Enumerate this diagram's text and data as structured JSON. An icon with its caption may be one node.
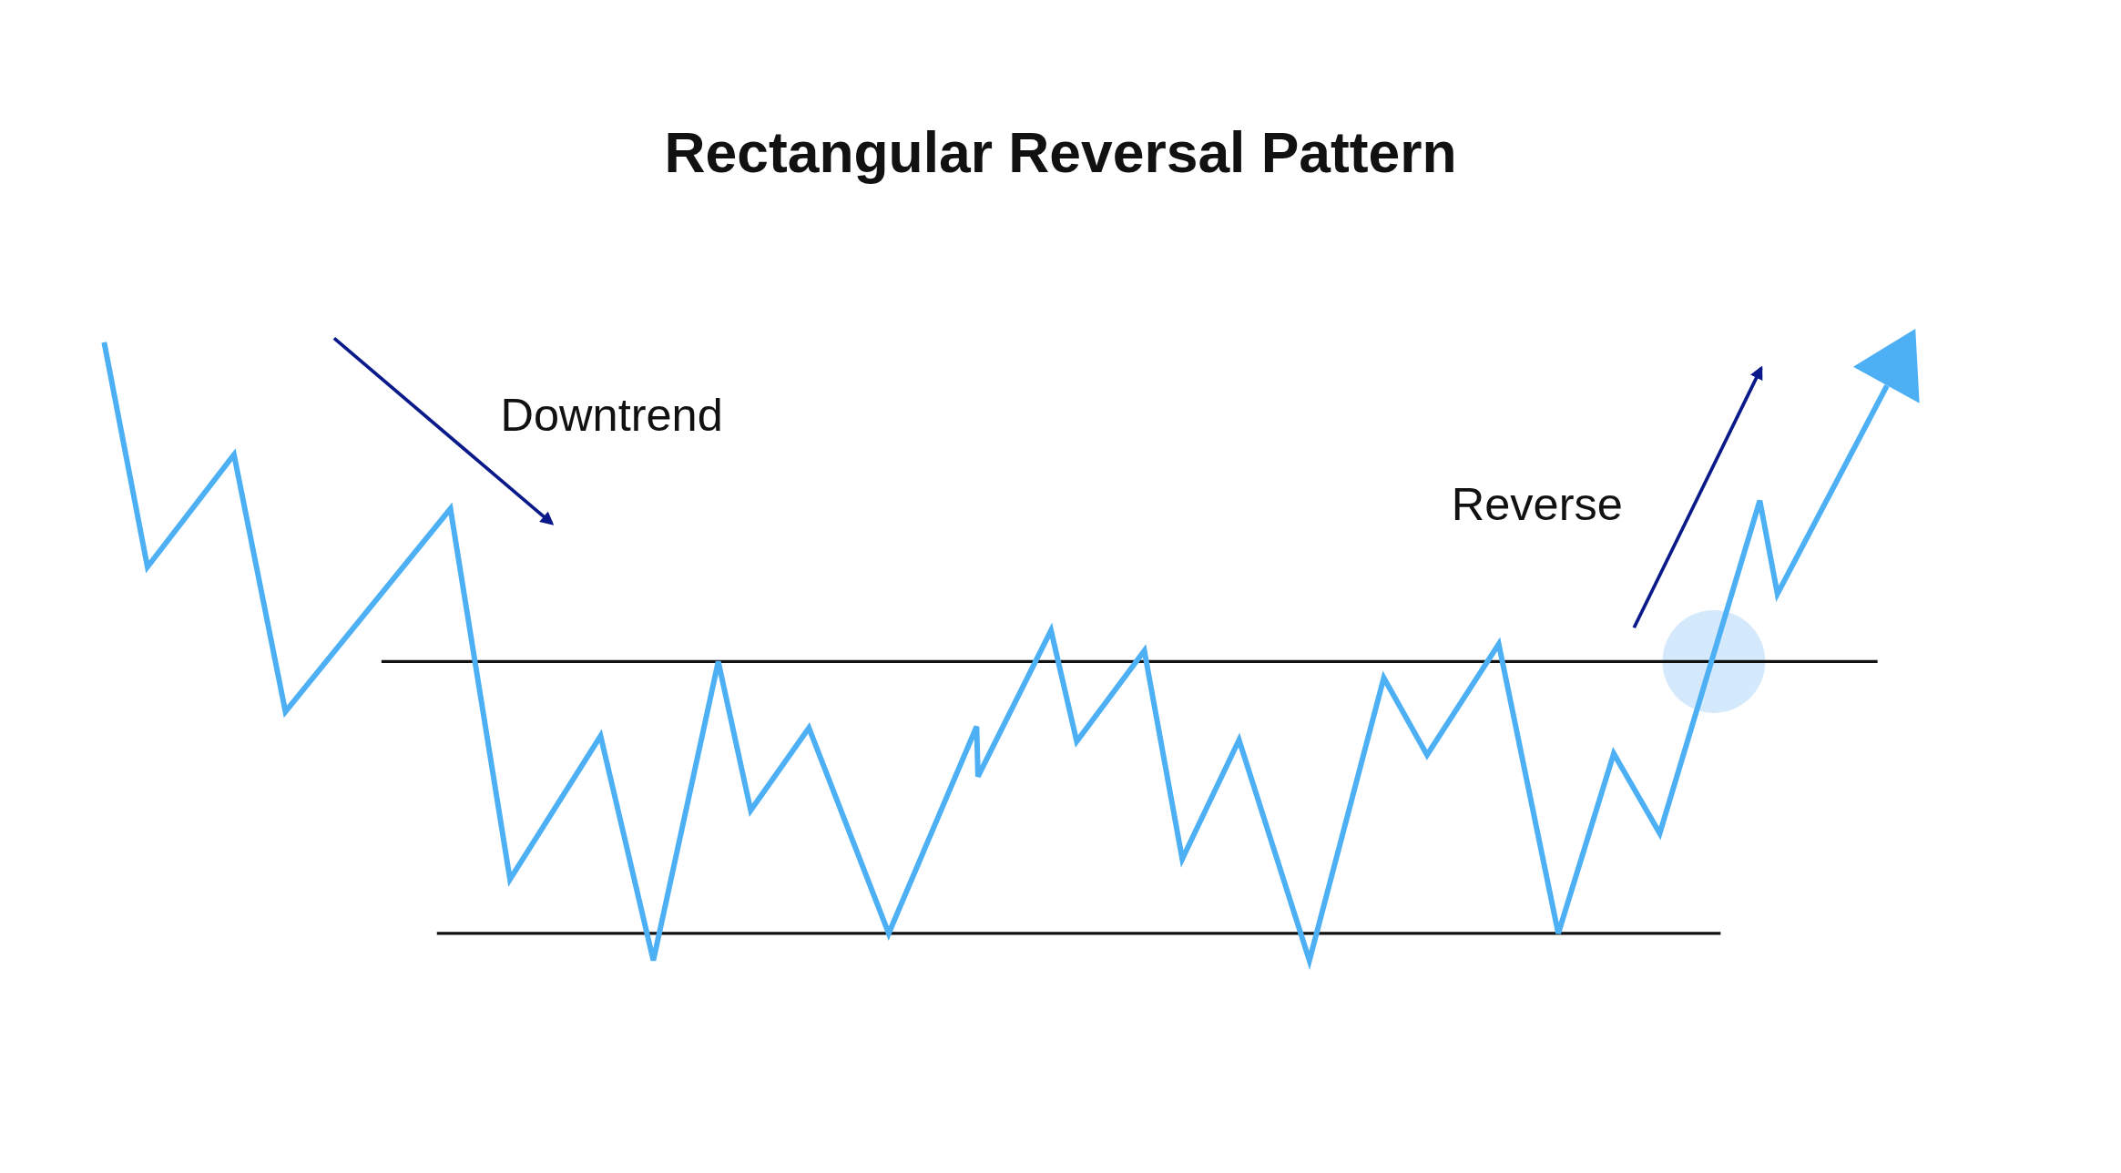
{
  "diagram": {
    "title": "Rectangular Reversal Pattern",
    "labels": [
      "Downtrend",
      "Reverse"
    ]
  }
}
